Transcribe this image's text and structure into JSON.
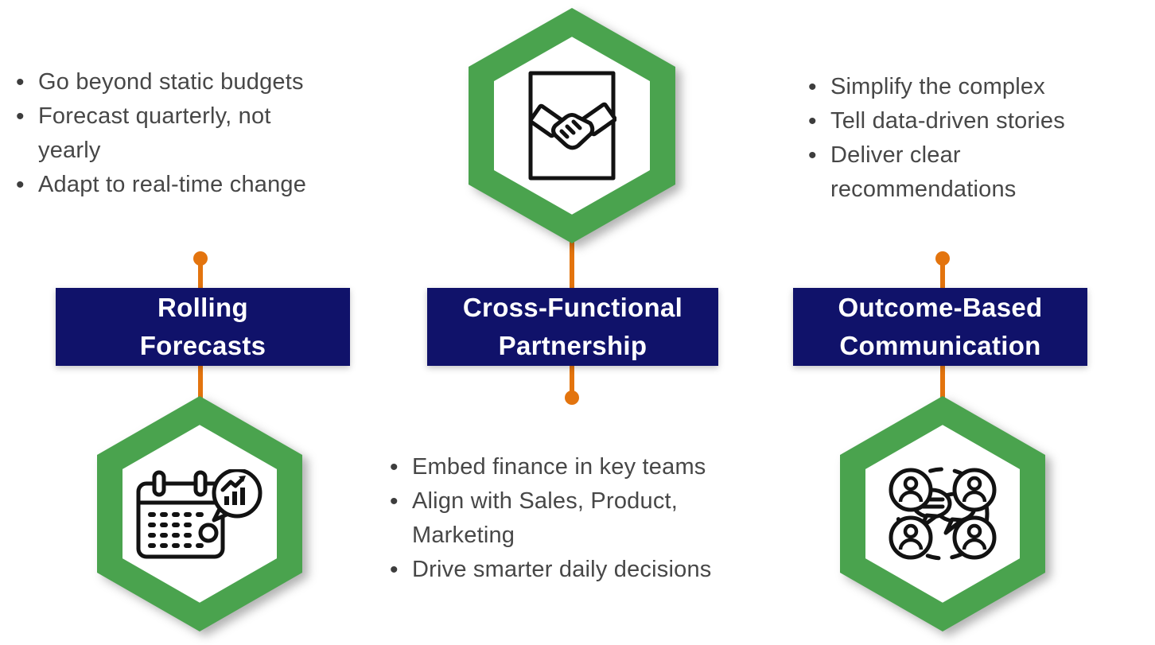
{
  "colors": {
    "bg": "#ffffff",
    "green": "#4aa34e",
    "navy": "#10126a",
    "orange": "#e3740e",
    "text": "#474747",
    "icon_stroke": "#121212"
  },
  "columns": [
    {
      "title": "Rolling\nForecasts",
      "icon": "calendar-analytics-icon",
      "bullets": [
        "Go beyond static budgets",
        "Forecast quarterly, not\nyearly",
        "Adapt to real-time change"
      ]
    },
    {
      "title": "Cross-Functional\nPartnership",
      "icon": "handshake-document-icon",
      "bullets": [
        "Embed finance in key teams",
        "Align with Sales, Product,\nMarketing",
        "Drive smarter daily decisions"
      ]
    },
    {
      "title": "Outcome-Based\nCommunication",
      "icon": "team-communication-icon",
      "bullets": [
        "Simplify the complex",
        "Tell data-driven stories",
        "Deliver clear\nrecommendations"
      ]
    }
  ]
}
